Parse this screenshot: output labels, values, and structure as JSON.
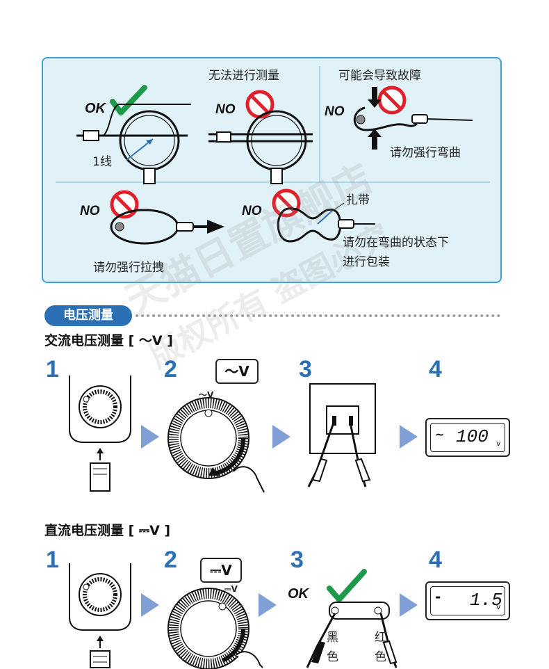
{
  "panel": {
    "ok_label": "OK",
    "one_wire_label": "1线",
    "cannot_measure_label": "无法进行测量",
    "may_fail_label": "可能会导致故障",
    "no_label": "NO",
    "no_force_bend_label": "请勿强行弯曲",
    "no_force_pull_label": "请勿强行拉拽",
    "cable_tie_label": "扎带",
    "no_pack_bent_line1": "请勿在弯曲的状态下",
    "no_pack_bent_line2": "进行包装"
  },
  "watermark": {
    "line1": "天猫日置旗舰店",
    "line2": "版权所有 盗图必究"
  },
  "section": {
    "title": "电压测量",
    "ac_heading": "交流电压测量 [ ～V ]",
    "dc_heading": "直流电压测量 [ ⎓V ]"
  },
  "ac": {
    "steps": [
      "1",
      "2",
      "3",
      "4"
    ],
    "bubble": "～V",
    "dial_mark": "～V",
    "lcd_symbol": "~",
    "lcd_value": "100",
    "lcd_unit": "v"
  },
  "dc": {
    "steps": [
      "1",
      "2",
      "3",
      "4"
    ],
    "bubble": "⎓V",
    "dial_mark": "⎓V",
    "ok_label": "OK",
    "black_label": "黑",
    "black_label2": "色",
    "red_label": "红",
    "red_label2": "色",
    "lcd_symbol": "-",
    "lcd_value": "1.5",
    "lcd_unit": "v"
  },
  "colors": {
    "accent": "#2b6fb4",
    "panel_bg": "#e0f1f8",
    "panel_border": "#3ea0cf",
    "no_red": "#e0202a",
    "check_green": "#1c9a4a",
    "arrow_blue": "#7f9fd6"
  }
}
